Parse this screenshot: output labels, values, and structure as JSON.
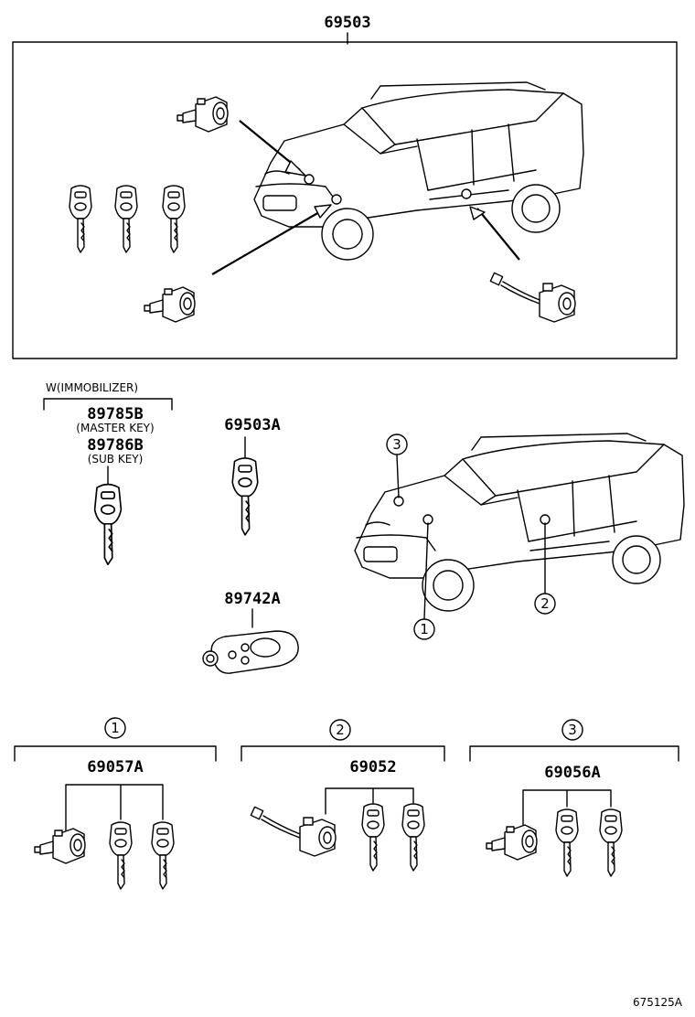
{
  "parts": {
    "kit_main": "69503",
    "immobilizer_note": "W(IMMOBILIZER)",
    "master_key": "89785B",
    "master_key_note": "(MASTER KEY)",
    "sub_key": "89786B",
    "sub_key_note": "(SUB KEY)",
    "key_blank": "69503A",
    "transmitter": "89742A",
    "set1": "69057A",
    "set2": "69052",
    "set3": "69056A"
  },
  "callouts": [
    "1",
    "2",
    "3"
  ],
  "footer": {
    "code": "675125A"
  }
}
